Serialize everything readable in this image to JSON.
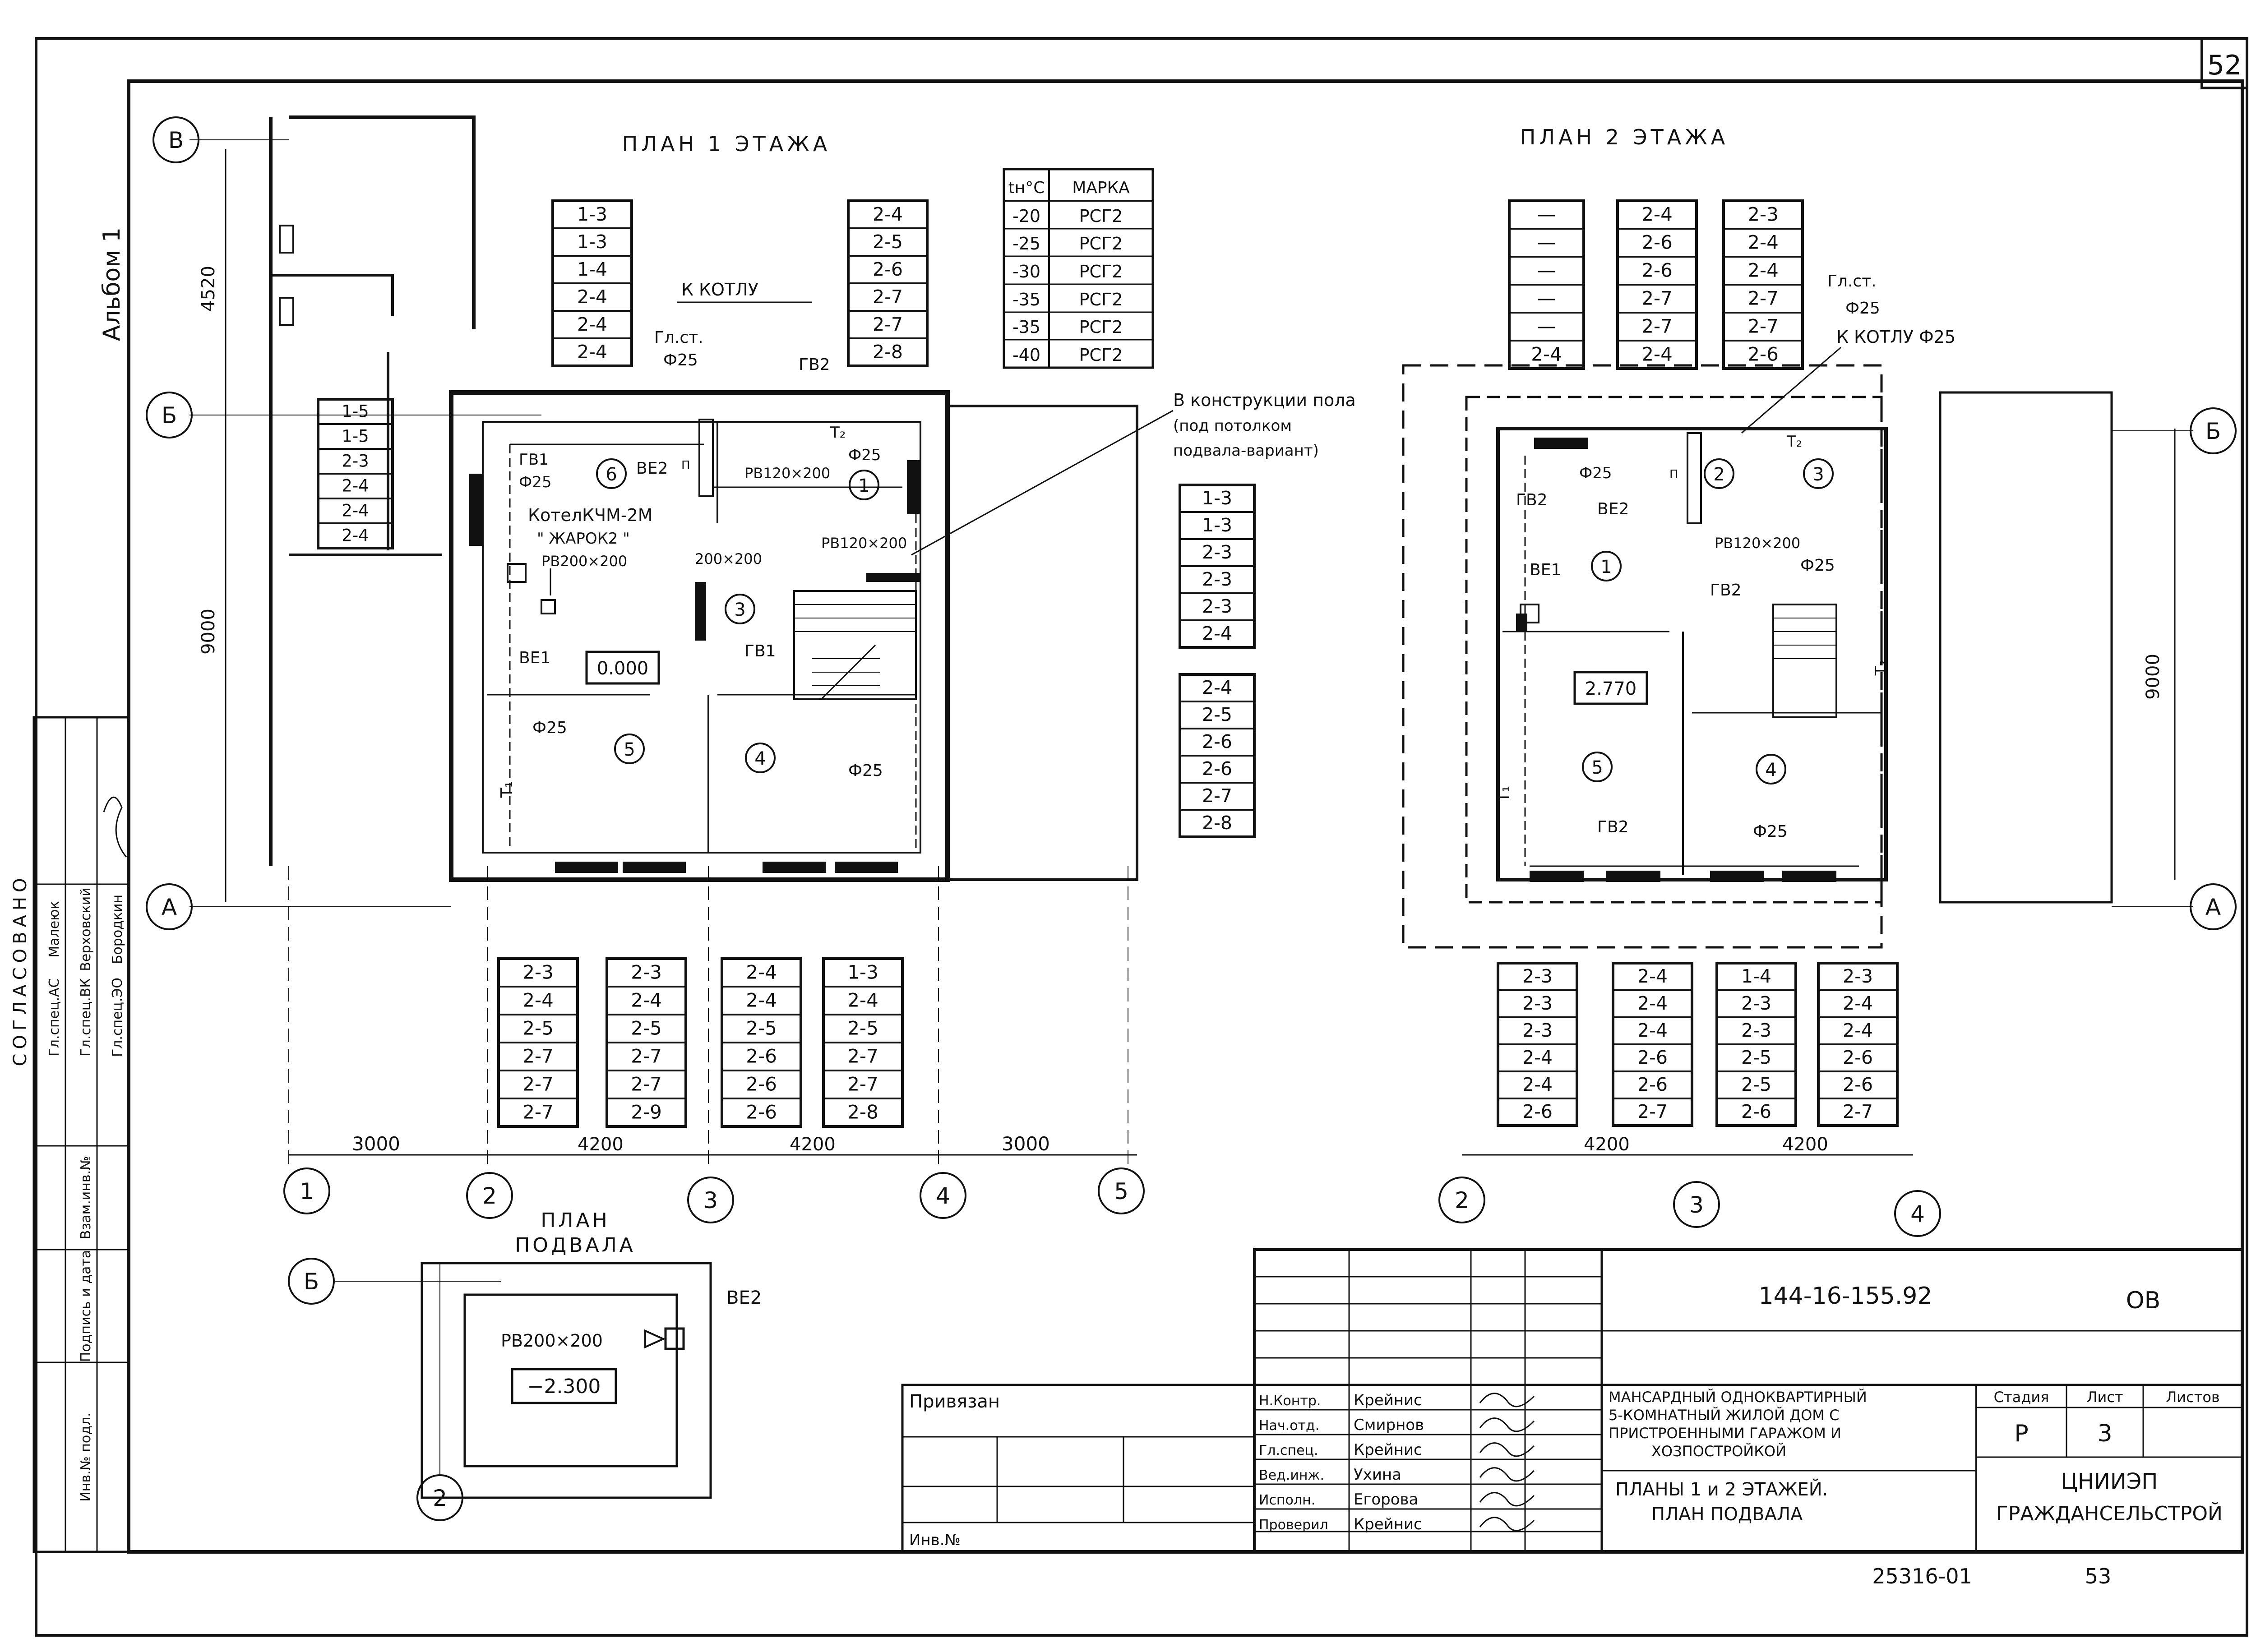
{
  "sheet": {
    "page_number": "52",
    "album": "Альбом 1",
    "bottom_ref": "25316-01",
    "bottom_ref_page": "53"
  },
  "approvals": {
    "title": "СОГЛАСОВАНО",
    "rows": [
      {
        "role": "Гл.спец.АС",
        "name": "Малеюк"
      },
      {
        "role": "Гл.спец.ВК",
        "name": "Верховский"
      },
      {
        "role": "Гл.спец.ЭО",
        "name": "Бородкин"
      }
    ],
    "stamp_labels": [
      "Взам.инв.№",
      "Подпись и дата",
      "Инв.№ подл."
    ]
  },
  "plan1": {
    "title": "ПЛАН 1 ЭТАЖА",
    "temp_table": {
      "headers": [
        "tн°С",
        "МАРКА"
      ],
      "rows": [
        [
          "-20",
          "РСГ2"
        ],
        [
          "-25",
          "РСГ2"
        ],
        [
          "-30",
          "РСГ2"
        ],
        [
          "-35",
          "РСГ2"
        ],
        [
          "-35",
          "РСГ2"
        ],
        [
          "-40",
          "РСГ2"
        ]
      ]
    },
    "lists": {
      "top_left": [
        "1-3",
        "1-3",
        "1-4",
        "2-4",
        "2-4",
        "2-4"
      ],
      "top_mid": [
        "2-4",
        "2-5",
        "2-6",
        "2-7",
        "2-7",
        "2-8"
      ],
      "garage": [
        "1-5",
        "1-5",
        "2-3",
        "2-4",
        "2-4",
        "2-4"
      ],
      "right_upper": [
        "1-3",
        "1-3",
        "2-3",
        "2-3",
        "2-3",
        "2-4"
      ],
      "right_lower": [
        "2-4",
        "2-5",
        "2-6",
        "2-6",
        "2-7",
        "2-8"
      ],
      "bottom": [
        [
          "2-3",
          "2-4",
          "2-5",
          "2-7",
          "2-7",
          "2-7"
        ],
        [
          "2-3",
          "2-4",
          "2-5",
          "2-7",
          "2-7",
          "2-9"
        ],
        [
          "2-4",
          "2-4",
          "2-5",
          "2-6",
          "2-6",
          "2-6"
        ],
        [
          "1-3",
          "2-4",
          "2-5",
          "2-7",
          "2-7",
          "2-8"
        ]
      ]
    },
    "labels": {
      "k_kotlu": "К КОТЛУ",
      "gl_st": "Гл.ст.",
      "phi25": "Ф25",
      "gv1": "ГВ1",
      "gv2": "ГВ2",
      "ve1": "ВЕ1",
      "ve2": "ВЕ2",
      "t1": "Т₁",
      "t2": "Т₂",
      "p": "П",
      "boiler": "КотелКЧМ-2М",
      "boiler2": "\" ЖАРОК2 \"",
      "rv200": "РВ200×200",
      "rv120a": "РВ120×200",
      "rv120b": "РВ120×200",
      "d200": "200×200",
      "level": "0.000",
      "note1": "В конструкции пола",
      "note2": "(под потолком",
      "note3": "подвала-вариант)"
    },
    "rooms": [
      "1",
      "3",
      "4",
      "5",
      "6"
    ],
    "dims": [
      "3000",
      "4200",
      "4200",
      "3000",
      "9000",
      "4520"
    ],
    "axes": [
      "1",
      "2",
      "3",
      "4",
      "5"
    ],
    "row_axes": [
      "В",
      "Б",
      "А"
    ]
  },
  "plan2": {
    "title": "ПЛАН 2 ЭТАЖА",
    "lists": {
      "top_a": [
        "—",
        "—",
        "—",
        "—",
        "—",
        "2-4"
      ],
      "top_b": [
        "2-4",
        "2-6",
        "2-6",
        "2-7",
        "2-7",
        "2-4"
      ],
      "top_c": [
        "2-3",
        "2-4",
        "2-4",
        "2-7",
        "2-7",
        "2-6"
      ],
      "bottom": [
        [
          "2-3",
          "2-3",
          "2-3",
          "2-4",
          "2-4",
          "2-6"
        ],
        [
          "2-4",
          "2-4",
          "2-4",
          "2-6",
          "2-6",
          "2-7"
        ],
        [
          "1-4",
          "2-3",
          "2-3",
          "2-5",
          "2-5",
          "2-6"
        ],
        [
          "2-3",
          "2-4",
          "2-4",
          "2-6",
          "2-6",
          "2-7"
        ]
      ]
    },
    "labels": {
      "gl_st": "Гл.ст.",
      "phi25": "Ф25",
      "k_kotlu": "К КОТЛУ Ф25",
      "gv2": "ГВ2",
      "ve1": "ВЕ1",
      "ve2": "ВЕ2",
      "t1": "Т₁",
      "t2": "Т₂",
      "p": "П",
      "rv120": "РВ120×200",
      "level": "2.770"
    },
    "rooms": [
      "1",
      "2",
      "3",
      "4",
      "5"
    ],
    "dims": [
      "4200",
      "4200",
      "9000"
    ],
    "axes": [
      "2",
      "3",
      "4"
    ],
    "row_axes": [
      "Б",
      "А"
    ]
  },
  "basement": {
    "title1": "ПЛАН",
    "title2": "ПОДВАЛА",
    "rv": "РВ200×200",
    "ve2": "ВЕ2",
    "level": "−2.300",
    "axis_b": "Б",
    "axis_2": "2"
  },
  "title_block": {
    "doc_code": "144-16-155.92",
    "section": "ОВ",
    "privyazan": "Привязан",
    "inv": "Инв.№",
    "people": [
      {
        "role": "Н.Контр.",
        "name": "Крейнис"
      },
      {
        "role": "Нач.отд.",
        "name": "Смирнов"
      },
      {
        "role": "Гл.спец.",
        "name": "Крейнис"
      },
      {
        "role": "Вед.инж.",
        "name": "Ухина"
      },
      {
        "role": "Исполн.",
        "name": "Егорова"
      },
      {
        "role": "Проверил",
        "name": "Крейнис"
      }
    ],
    "project_lines": [
      "МАНСАРДНЫЙ ОДНОКВАРТИРНЫЙ",
      "5-КОМНАТНЫЙ ЖИЛОЙ ДОМ С",
      "ПРИСТРОЕННЫМИ ГАРАЖОМ И",
      "ХОЗПОСТРОЙКОЙ"
    ],
    "sheet_title_lines": [
      "ПЛАНЫ 1 и 2 ЭТАЖЕЙ.",
      "ПЛАН ПОДВАЛА"
    ],
    "headers": [
      "Стадия",
      "Лист",
      "Листов"
    ],
    "stage": "Р",
    "sheet_no": "3",
    "org_lines": [
      "ЦНИИЭП",
      "ГРАЖДАНСЕЛЬСТРОЙ"
    ]
  }
}
